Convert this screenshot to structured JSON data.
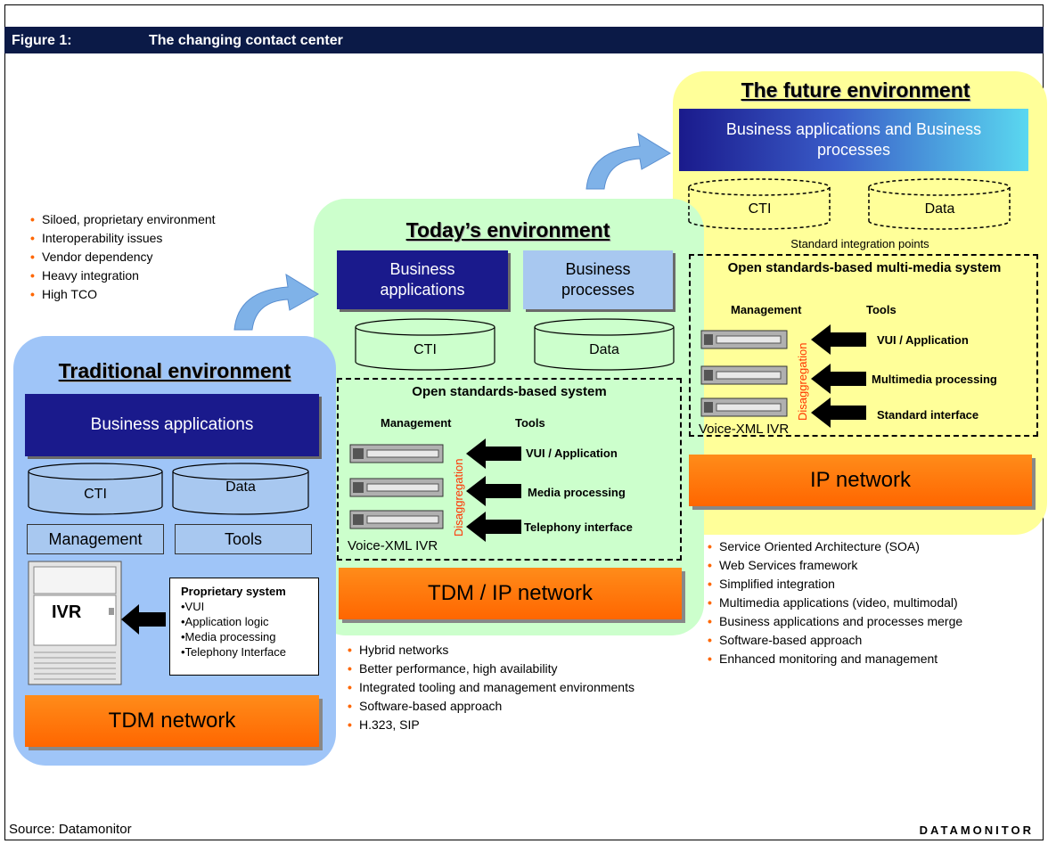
{
  "header": {
    "figure": "Figure 1:",
    "title": "The changing contact center"
  },
  "future": {
    "title": "The future environment",
    "business_box": "Business applications and Business processes",
    "cti": "CTI",
    "data": "Data",
    "integration": "Standard integration points",
    "system_title": "Open standards-based multi-media system",
    "management": "Management",
    "tools": "Tools",
    "disaggregation": "Disaggregation",
    "rows": [
      "VUI / Application",
      "Multimedia processing",
      "Standard interface"
    ],
    "ivr": "Voice-XML IVR",
    "network": "IP network",
    "bullets": [
      "Service Oriented Architecture (SOA)",
      "Web Services framework",
      "Simplified integration",
      "Multimedia applications (video, multimodal)",
      "Business applications and processes merge",
      "Software-based approach",
      "Enhanced monitoring and management"
    ]
  },
  "today": {
    "title": "Today’s environment",
    "business_apps": "Business applications",
    "business_proc": "Business processes",
    "cti": "CTI",
    "data": "Data",
    "system_title": "Open standards-based system",
    "management": "Management",
    "tools": "Tools",
    "disaggregation": "Disaggregation",
    "rows": [
      "VUI / Application",
      "Media processing",
      "Telephony interface"
    ],
    "ivr": "Voice-XML IVR",
    "network": "TDM / IP network",
    "bullets": [
      "Hybrid networks",
      "Better performance, high availability",
      "Integrated tooling and management environments",
      "Software-based approach",
      "H.323, SIP"
    ]
  },
  "traditional": {
    "title": "Traditional environment",
    "business_apps": "Business applications",
    "cti": "CTI",
    "data": "Data",
    "management": "Management",
    "tools": "Tools",
    "ivr": "IVR",
    "prop_title": "Proprietary system",
    "prop_items": [
      "•VUI",
      "•Application logic",
      "•Media processing",
      "•Telephony Interface"
    ],
    "network": "TDM network",
    "bullets": [
      "Siloed, proprietary environment",
      "Interoperability issues",
      "Vendor dependency",
      "Heavy integration",
      "High TCO"
    ]
  },
  "footer": {
    "source": "Source: Datamonitor",
    "brand": "DATAMONITOR"
  },
  "colors": {
    "header": "#0b1a47",
    "future_bg": "#ffff99",
    "today_bg": "#ccffcc",
    "trad_bg": "#9fc5f8",
    "navy": "#1a1a8c",
    "orange": "#ff6600",
    "bullet": "#ff6600",
    "arrow": "#7fb2e8"
  },
  "icons": [
    "curved-arrow-icon",
    "server-icon",
    "left-arrow-icon",
    "ivr-cabinet-icon"
  ]
}
